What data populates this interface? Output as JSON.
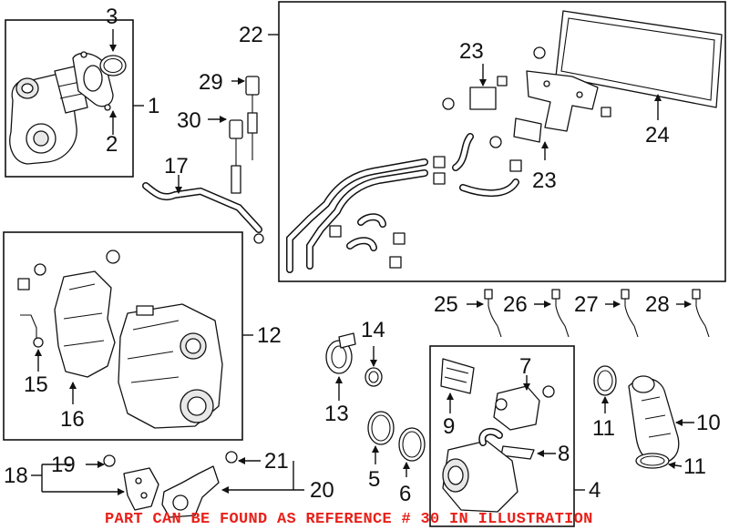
{
  "footer_note": "PART CAN BE FOUND AS REFERENCE # 30 IN ILLUSTRATION",
  "footer_color": "#e8211a",
  "callouts": {
    "c1": "1",
    "c2": "2",
    "c3": "3",
    "c4": "4",
    "c5": "5",
    "c6": "6",
    "c7": "7",
    "c8": "8",
    "c9": "9",
    "c10": "10",
    "c11a": "11",
    "c11b": "11",
    "c12": "12",
    "c13": "13",
    "c14": "14",
    "c15": "15",
    "c16": "16",
    "c17": "17",
    "c18": "18",
    "c19": "19",
    "c20": "20",
    "c21": "21",
    "c22": "22",
    "c23a": "23",
    "c23b": "23",
    "c24": "24",
    "c25": "25",
    "c26": "26",
    "c27": "27",
    "c28": "28",
    "c29": "29",
    "c30": "30"
  }
}
